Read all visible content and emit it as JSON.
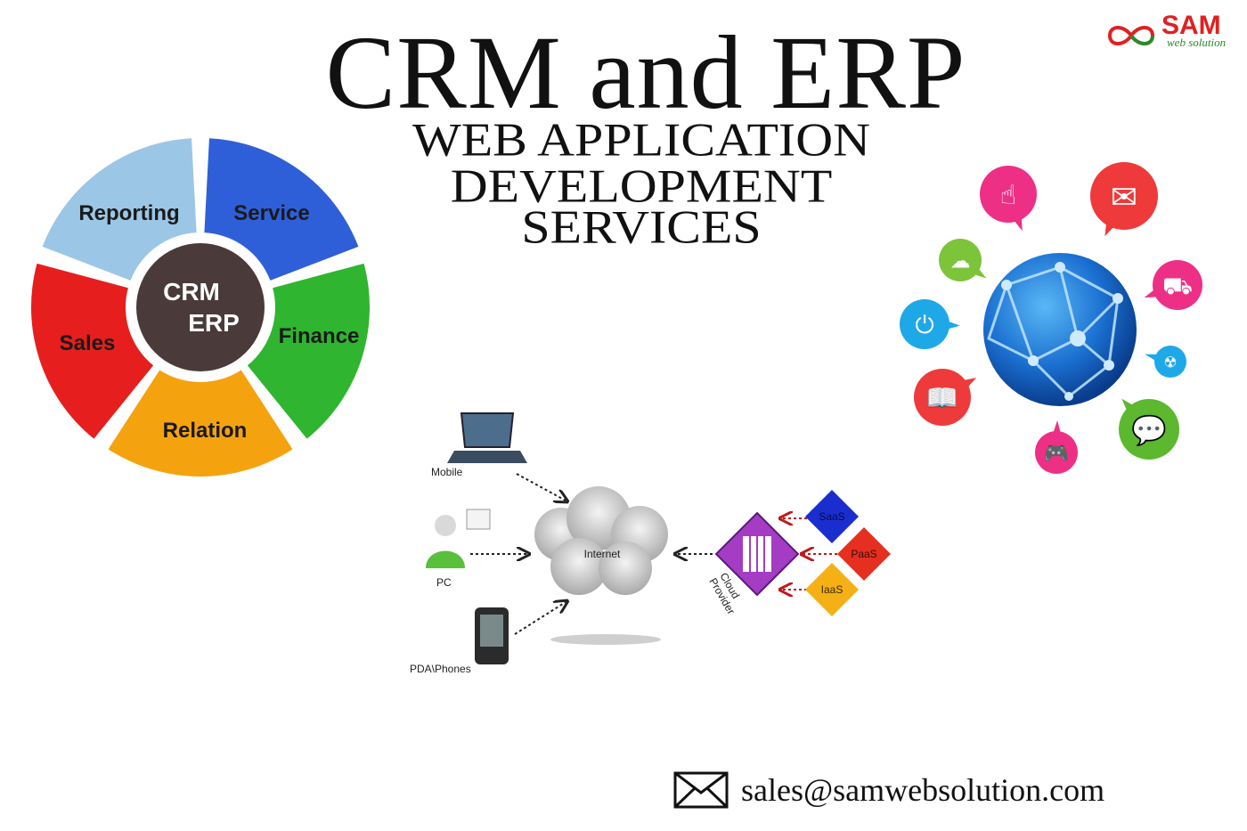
{
  "header": {
    "title": "CRM and ERP",
    "subtitle_line1": "WEB APPLICATION",
    "subtitle_line2": "DEVELOPMENT",
    "subtitle_line3": "SERVICES"
  },
  "logo": {
    "word": "SAM",
    "tagline": "web solution",
    "colors": {
      "red": "#e02020",
      "green": "#2a8a2a"
    }
  },
  "wheel": {
    "center_line1": "CRM",
    "center_line2": "ERP",
    "segments": [
      {
        "label": "Reporting",
        "color": "#9cc6e6"
      },
      {
        "label": "Service",
        "color": "#2f5fd8"
      },
      {
        "label": "Finance",
        "color": "#2fb52f"
      },
      {
        "label": "Relation",
        "color": "#f5a20f"
      },
      {
        "label": "Sales",
        "color": "#e61e1e"
      }
    ]
  },
  "network": {
    "mobile_label": "Mobile",
    "pc_label": "PC",
    "pda_label": "PDA\\Phones",
    "internet_label": "Internet",
    "provider_label_line1": "Cloud",
    "provider_label_line2": "Provider",
    "saas_label": "SaaS",
    "paas_label": "PaaS",
    "iaas_label": "IaaS"
  },
  "globe_icons": [
    {
      "name": "hand-pointer-icon",
      "color": "#ee2f86"
    },
    {
      "name": "mail-icon",
      "color": "#ee3a3a"
    },
    {
      "name": "cloud-icon",
      "color": "#7cc43a"
    },
    {
      "name": "shopping-bag-icon",
      "color": "#ee2f86"
    },
    {
      "name": "plug-icon",
      "color": "#1ea8e8"
    },
    {
      "name": "radiation-icon",
      "color": "#1ea8e8"
    },
    {
      "name": "book-icon",
      "color": "#ee3a3a"
    },
    {
      "name": "chat-icon",
      "color": "#5cb82e"
    },
    {
      "name": "game-controller-icon",
      "color": "#ee2f86"
    }
  ],
  "contact": {
    "email": "sales@samwebsolution.com",
    "icon": "envelope-icon"
  }
}
